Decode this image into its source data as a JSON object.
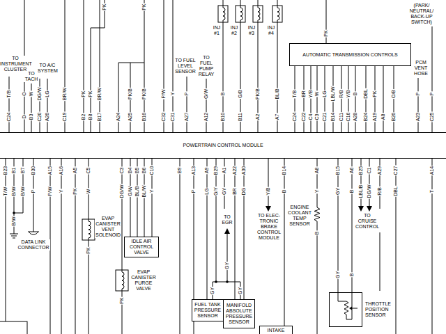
{
  "diagram": {
    "nodes": [
      {
        "text": [
          "AUTOMATIC TRANSMISSION CONTROLS"
        ]
      },
      {
        "text": [
          "POWERTRAIN CONTROL MODULE"
        ]
      },
      {
        "text": [
          "IDLE AIR CONTROL VALVE"
        ]
      },
      {
        "text": [
          "FUEL TANK PRESSURE SENSOR"
        ]
      },
      {
        "text": [
          "MANIFOLD ABSOLUTE PRESSURE SENSOR"
        ]
      },
      {
        "text": [
          "THROTTLE POSITION SENSOR"
        ]
      },
      {
        "text": [
          "INTAKE"
        ]
      }
    ],
    "edges": [
      {
        "from": 0,
        "to": 1,
        "arrow": "none"
      },
      {
        "from": 0,
        "to": 1,
        "arrow": "none"
      },
      {
        "from": 0,
        "to": 1,
        "arrow": "none"
      },
      {
        "from": 0,
        "to": 1,
        "arrow": "none"
      },
      {
        "from": 0,
        "to": 1,
        "arrow": "none"
      },
      {
        "from": 0,
        "to": 1,
        "arrow": "none"
      },
      {
        "from": 0,
        "to": 1,
        "arrow": "none"
      },
      {
        "from": 0,
        "to": 1,
        "arrow": "none"
      },
      {
        "from": 0,
        "to": 1,
        "arrow": "none"
      },
      {
        "from": 0,
        "to": 1,
        "arrow": "none"
      },
      {
        "from": 0,
        "to": 1,
        "arrow": "none"
      },
      {
        "from": 0,
        "to": 1,
        "arrow": "none"
      },
      {
        "from": 0,
        "to": 1,
        "arrow": "none"
      },
      {
        "from": 1,
        "to": 2,
        "arrow": "none"
      },
      {
        "from": 1,
        "to": 2,
        "arrow": "none"
      },
      {
        "from": 1,
        "to": 2,
        "arrow": "none"
      },
      {
        "from": 1,
        "to": 2,
        "arrow": "none"
      },
      {
        "from": 1,
        "to": 3,
        "arrow": "none"
      },
      {
        "from": 1,
        "to": 4,
        "arrow": "none"
      },
      {
        "from": 1,
        "to": 4,
        "arrow": "none"
      },
      {
        "from": 1,
        "to": 5,
        "arrow": "none"
      },
      {
        "from": 1,
        "to": 5,
        "arrow": "none"
      },
      {
        "from": 1,
        "to": 6,
        "arrow": "none"
      }
    ],
    "labels": [
      "(PARK/ NEUTRAL/ BACK-UP SWITCH)",
      "INJ #1",
      "INJ #2",
      "INJ #3",
      "INJ #4",
      "PK",
      "PK",
      "PK",
      "TO INSTRUMENT CLUSTER",
      "TO TACH",
      "TO A/C SYSTEM",
      "TO FUEL LEVEL SENSOR",
      "TO FUEL PUMP RELAY",
      "PCM VENT HOSE",
      "T/B",
      "O",
      "W",
      "DG/W",
      "LG",
      "BR/W",
      "PK",
      "PK",
      "BR/W",
      "PK/B",
      "PK/B",
      "P/W",
      "Y",
      "P",
      "G/W",
      "B",
      "G/B",
      "PK/B",
      "BL/B",
      "T/B",
      "BR",
      "Y/B",
      "W",
      "LG",
      "LBL/W",
      "R/B",
      "Y/B",
      "B",
      "DBL",
      "PK",
      "O/B",
      "P",
      "P",
      "C24",
      "D",
      "B3",
      "C20",
      "A26",
      "C19",
      "B2",
      "B8",
      "B17",
      "A24",
      "A25",
      "B16",
      "C32",
      "C31",
      "A27",
      "A12",
      "B10",
      "B11",
      "A2",
      "A7",
      "C24",
      "C22",
      "C4",
      "C3",
      "C21",
      "B14",
      "C11",
      "C16",
      "A28",
      "B24",
      "A19",
      "A8",
      "B26",
      "A23",
      "C25",
      "B23",
      "B1",
      "B7",
      "B30",
      "A15",
      "A16",
      "A5",
      "C5",
      "C3",
      "B4",
      "B5",
      "B6",
      "C10",
      "B9",
      "A13",
      "A9",
      "B29",
      "A1",
      "A22",
      "A30",
      "B14",
      "A8",
      "B15",
      "A6",
      "B25",
      "C1",
      "A29",
      "C27",
      "A14",
      "T/W",
      "B/W",
      "B/W",
      "P",
      "P/W",
      "Y",
      "PK",
      "W",
      "DG/W",
      "G/W",
      "BL/B",
      "BL/W",
      "Y",
      "P",
      "LG",
      "G/Y",
      "GY",
      "BR",
      "DG",
      "Y/B",
      "B",
      "Y",
      "GY",
      "B",
      "LBL/B",
      "DG/W",
      "R/B",
      "DBL",
      "T",
      "B/W",
      "DATA LINK CONNECTOR",
      "EVAP CANISTER VENT SOLENOID",
      "PK",
      "EVAP CANISTER PURGE VALVE",
      "PK",
      "TO EGR",
      "GY",
      "TO ELEC- TRONIC BRAKE CONTROL MODULE",
      "ENGINE COOLANT TEMP SENSOR",
      "B",
      "TO CRUISE CONTROL",
      "GY",
      "GY",
      "GY",
      "B"
    ]
  }
}
